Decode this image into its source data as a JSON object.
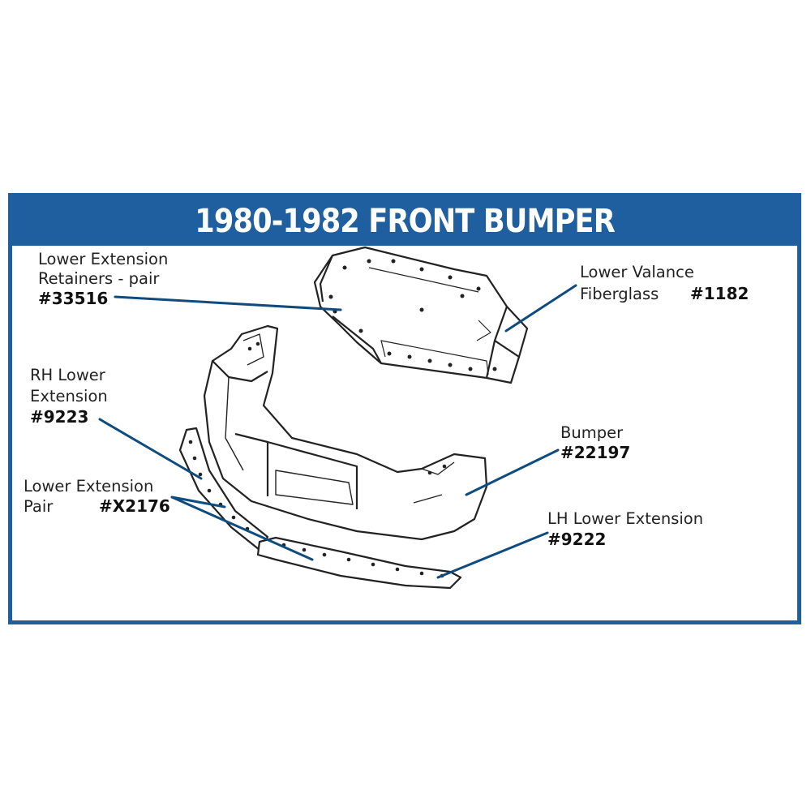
{
  "title": "1980-1982 FRONT BUMPER",
  "colors": {
    "accent": "#1f5fa0",
    "leader": "#0e4c80",
    "ink": "#222222"
  },
  "callouts": [
    {
      "id": "retainers",
      "lines": [
        "Lower Extension",
        "Retainers - pair"
      ],
      "part": "#33516"
    },
    {
      "id": "valance",
      "lines": [
        "Lower Valance",
        "Fiberglass"
      ],
      "part": "#1182"
    },
    {
      "id": "rh-ext",
      "lines": [
        "RH Lower",
        "Extension"
      ],
      "part": "#9223"
    },
    {
      "id": "bumper",
      "lines": [
        "Bumper"
      ],
      "part": "#22197"
    },
    {
      "id": "pair",
      "lines": [
        "Lower Extension",
        "Pair"
      ],
      "part": "#X2176"
    },
    {
      "id": "lh-ext",
      "lines": [
        "LH Lower Extension"
      ],
      "part": "#9222"
    }
  ]
}
